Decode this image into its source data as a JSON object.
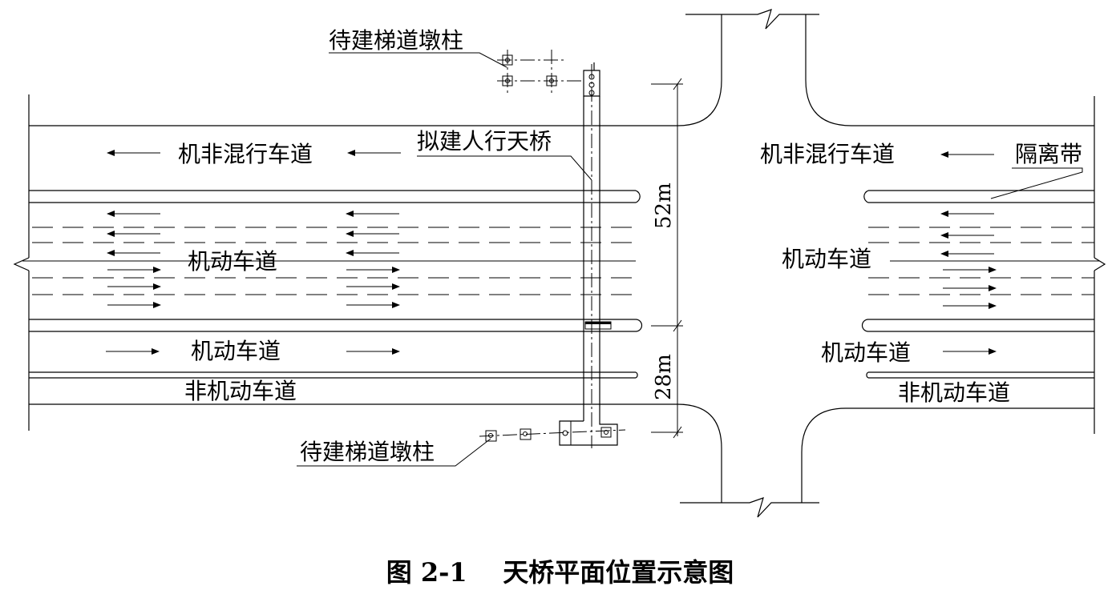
{
  "labels": {
    "pending_stair_pier_top": "待建梯道墩柱",
    "pending_stair_pier_bottom": "待建梯道墩柱",
    "proposed_bridge": "拟建人行天桥",
    "mixed_lane_left": "机非混行车道",
    "mixed_lane_right": "机非混行车道",
    "median": "隔离带",
    "motor_lane_left_main": "机动车道",
    "motor_lane_right_main": "机动车道",
    "motor_lane_left_side": "机动车道",
    "motor_lane_right_side": "机动车道",
    "nonmotor_lane_left": "非机动车道",
    "nonmotor_lane_right": "非机动车道",
    "dim_52": "52m",
    "dim_28": "28m"
  },
  "caption": "图 2-1    天桥平面位置示意图"
}
